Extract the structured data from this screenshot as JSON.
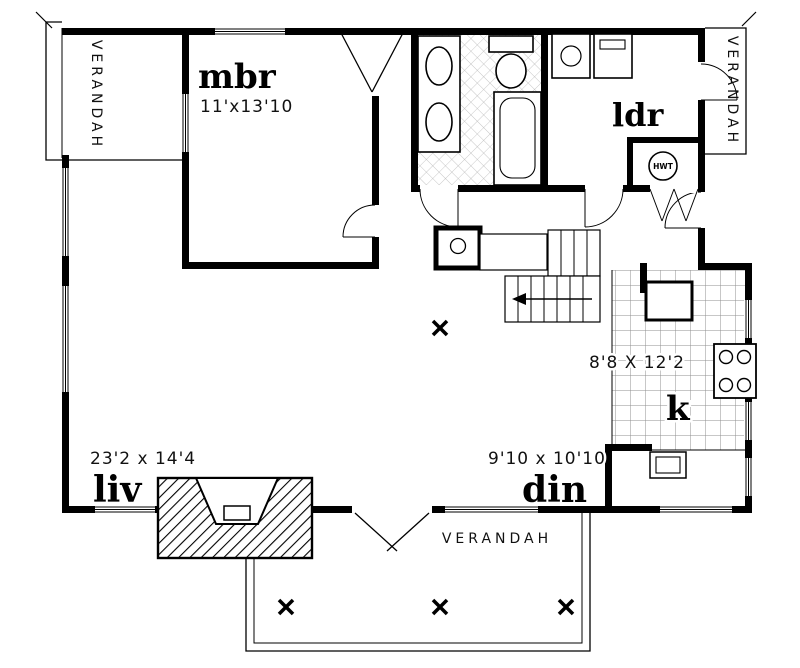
{
  "drawing": {
    "type": "architectural-floor-plan",
    "ink_color": "#000000",
    "background_color": "#ffffff"
  },
  "rooms": {
    "mbr": {
      "label": "mbr",
      "dims": "11'x13'10"
    },
    "ldr": {
      "label": "ldr"
    },
    "kitchen": {
      "label": "k",
      "dims": "8'8 X 12'2"
    },
    "living": {
      "label": "liv",
      "dims": "23'2 x 14'4"
    },
    "dining": {
      "label": "din",
      "dims": "9'10 x 10'10"
    }
  },
  "porches": {
    "left": {
      "label": "VERANDAH"
    },
    "right": {
      "label": "VERANDAH"
    },
    "bottom": {
      "label": "VERANDAH"
    }
  },
  "fixtures": {
    "hot_water_tank": {
      "label": "HWT"
    }
  }
}
